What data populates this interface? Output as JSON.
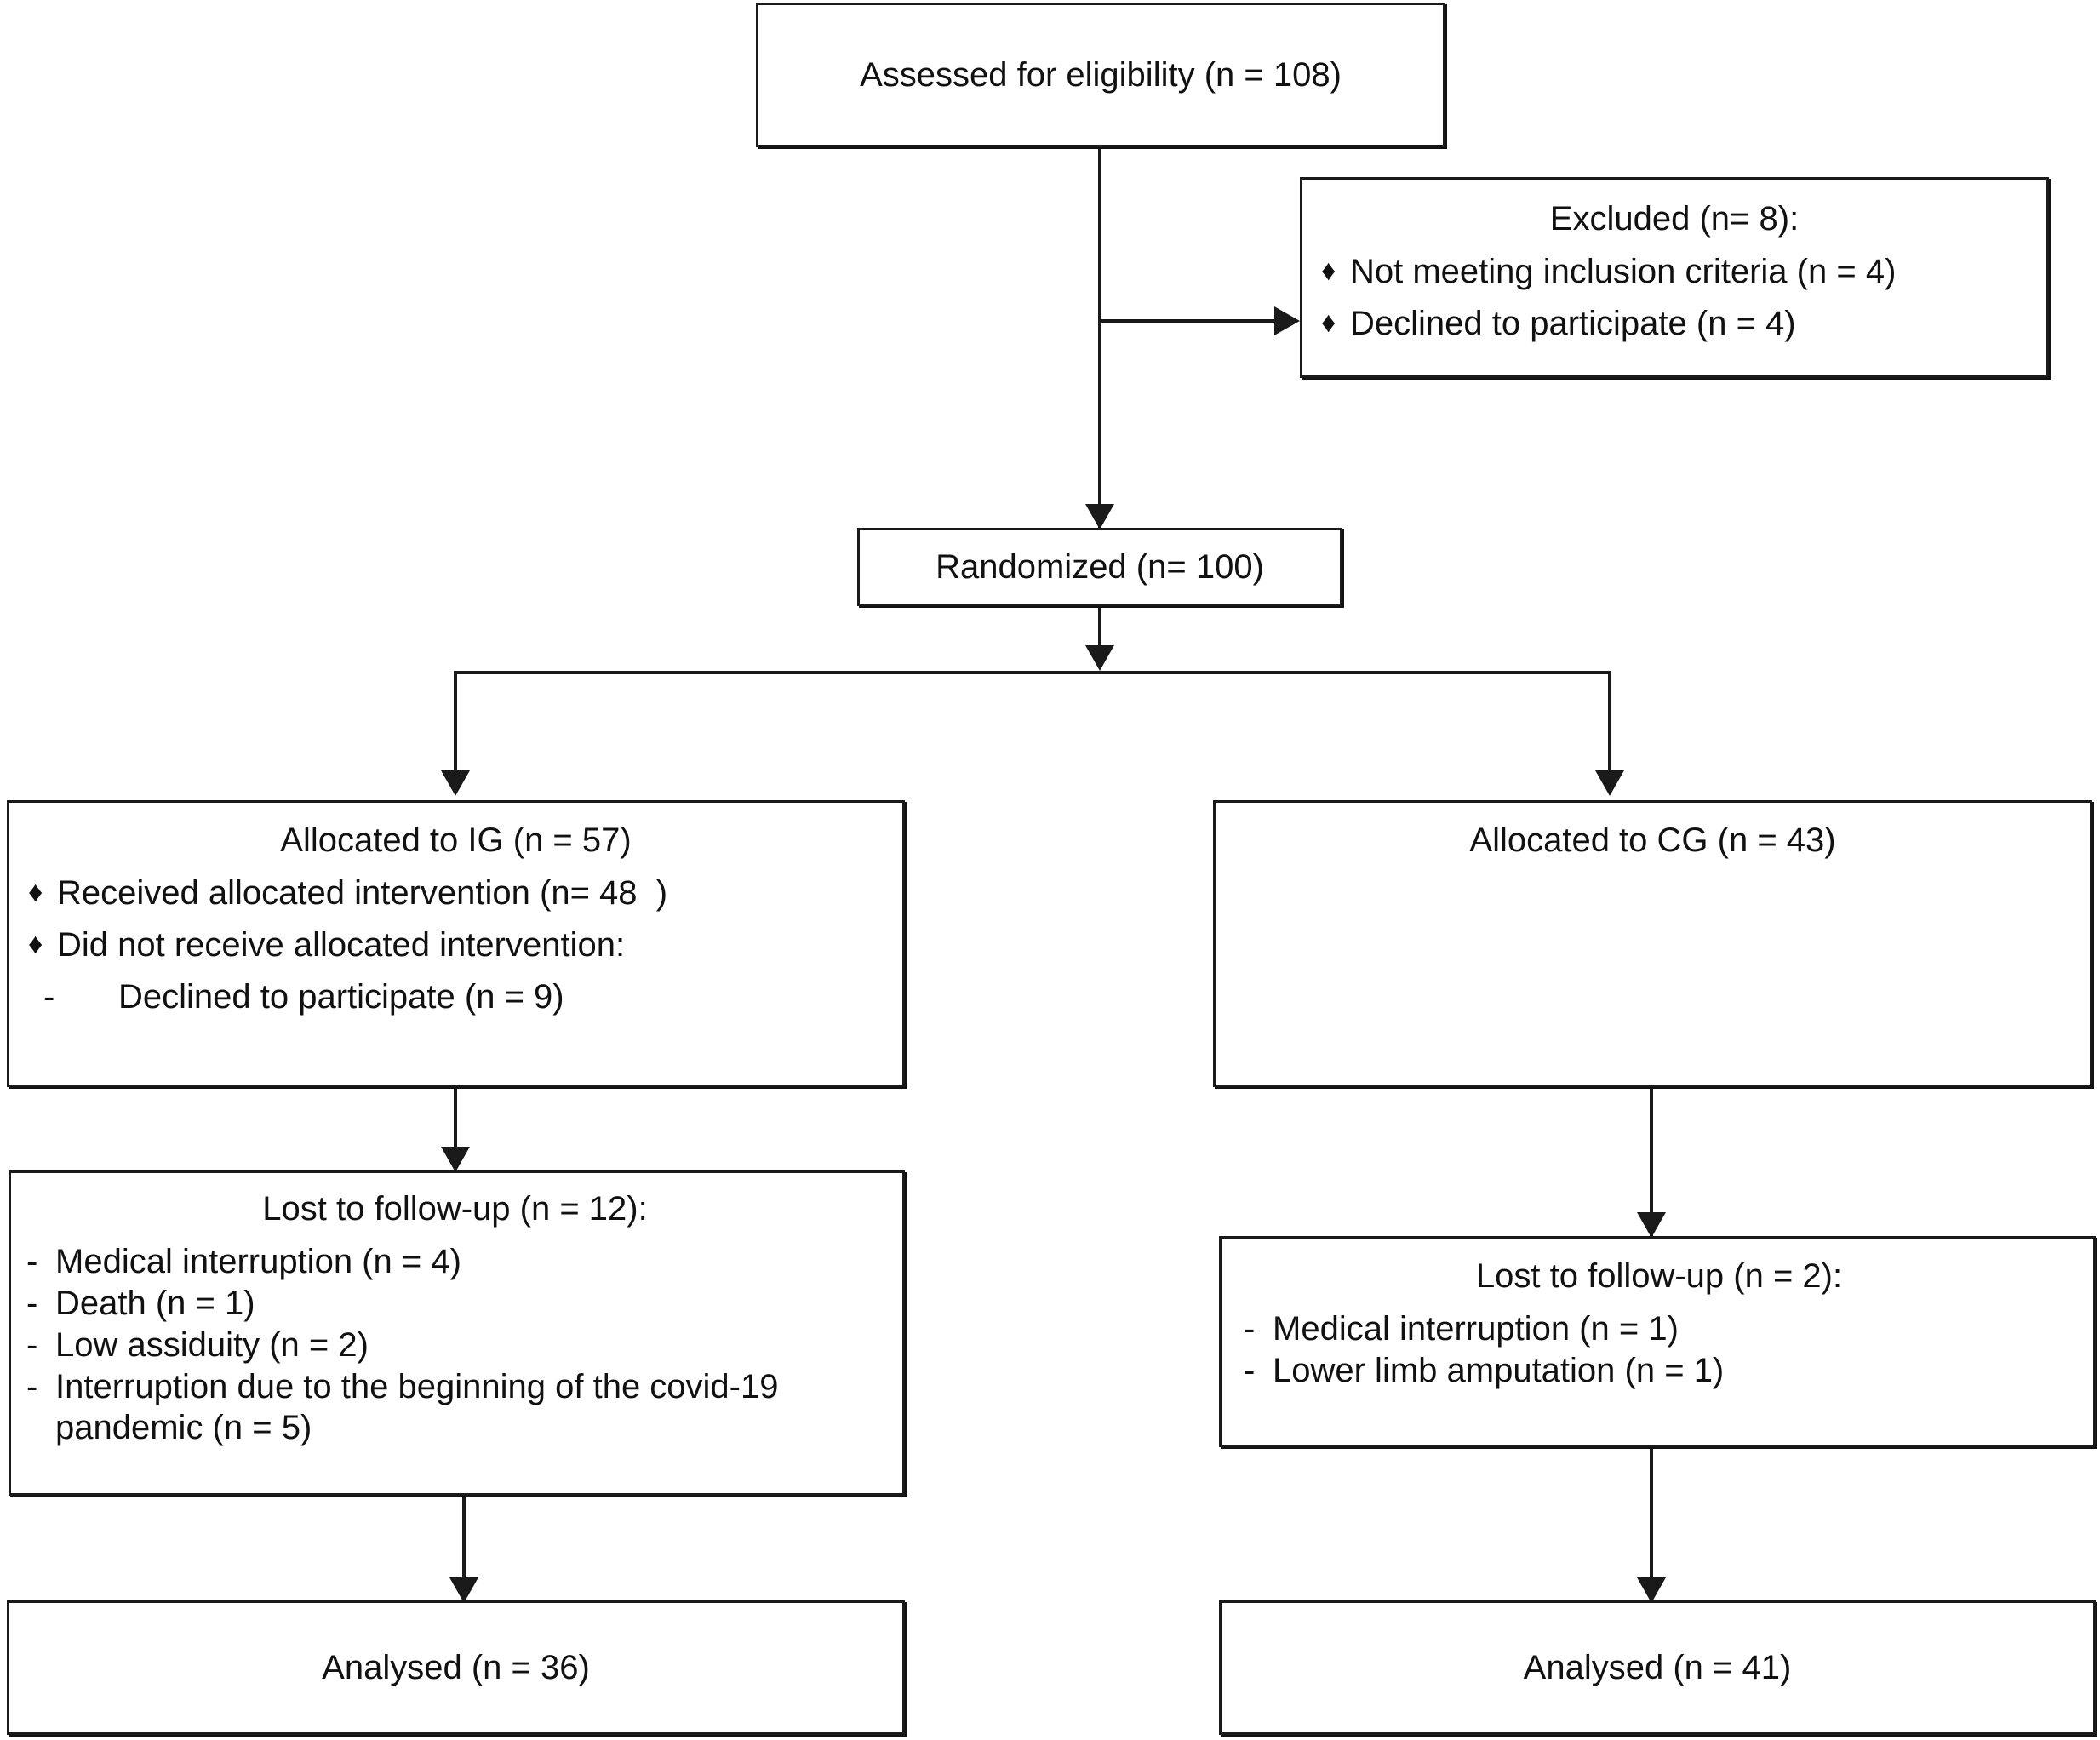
{
  "diagram": {
    "type": "consort-flow-diagram",
    "title": "CONSORT participant flow diagram",
    "line_color": "#1a1a1a",
    "box_fill": "#ffffff",
    "text_color": "#111111"
  },
  "nodes": {
    "assessed": {
      "title": "Assessed for eligibility (n = 108)"
    },
    "excluded": {
      "title": "Excluded (n= 8):",
      "items": [
        {
          "bullet": "♦",
          "text": "Not meeting inclusion criteria (n = 4)"
        },
        {
          "bullet": "♦",
          "text": "Declined to participate (n = 4)"
        }
      ]
    },
    "randomized": {
      "title": "Randomized (n= 100)"
    },
    "allocated_ig": {
      "title": "Allocated to IG (n = 57)",
      "items": [
        {
          "bullet": "♦",
          "text": "Received allocated intervention (n= 48  )"
        },
        {
          "bullet": "♦",
          "text": "Did not receive allocated intervention:"
        },
        {
          "bullet": "-",
          "text": "Declined to participate (n = 9)"
        }
      ]
    },
    "allocated_cg": {
      "title": "Allocated to CG (n = 43)",
      "items": []
    },
    "lost_ig": {
      "title": "Lost to follow-up (n = 12):",
      "items": [
        {
          "bullet": "-",
          "text": "Medical interruption (n = 4)"
        },
        {
          "bullet": "-",
          "text": "Death (n = 1)"
        },
        {
          "bullet": "-",
          "text": "Low assiduity (n = 2)"
        },
        {
          "bullet": "-",
          "text": "Interruption due to the beginning of the covid-19 pandemic (n = 5)"
        }
      ]
    },
    "lost_cg": {
      "title": "Lost to follow-up (n = 2):",
      "items": [
        {
          "bullet": "-",
          "text": "Medical interruption (n = 1)"
        },
        {
          "bullet": "-",
          "text": "Lower limb amputation (n = 1)"
        }
      ]
    },
    "analysed_ig": {
      "title": "Analysed (n = 36)"
    },
    "analysed_cg": {
      "title": "Analysed (n = 41)"
    }
  }
}
